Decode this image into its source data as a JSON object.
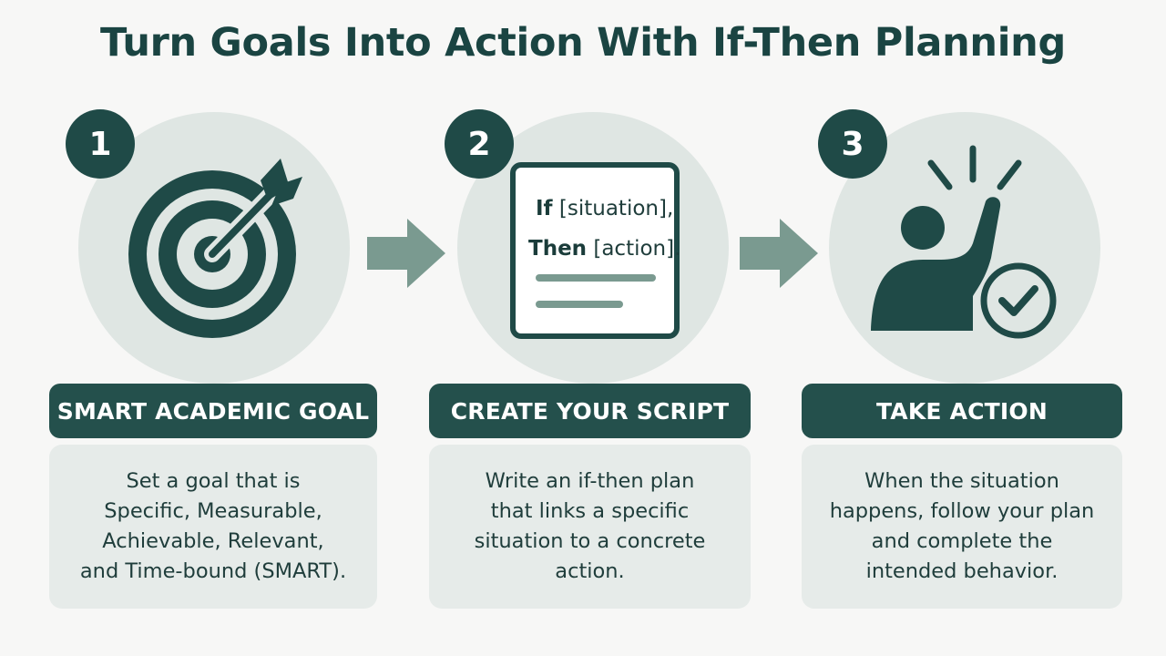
{
  "title": "Turn Goals Into Action With If-Then Planning",
  "colors": {
    "primary": "#1f4a47",
    "circle": "#dfe6e3",
    "box": "#e6ebe9",
    "arrow": "#7a9a90"
  },
  "steps": [
    {
      "number": "1",
      "icon": "target-icon",
      "header": "SMART ACADEMIC GOAL",
      "desc_lines": [
        "Set a goal that is",
        "Specific, Measurable,",
        "Achievable, Relevant,",
        "and Time-bound (SMART)."
      ]
    },
    {
      "number": "2",
      "icon": "script-card-icon",
      "card": {
        "if_keyword": "If",
        "if_text": "[situation],",
        "then_keyword": "Then",
        "then_text": "[action]."
      },
      "header": "CREATE YOUR SCRIPT",
      "desc_lines": [
        "Write an if-then plan",
        "that links a specific",
        "situation to a concrete",
        "action."
      ]
    },
    {
      "number": "3",
      "icon": "person-celebrating-check-icon",
      "header": "TAKE ACTION",
      "desc_lines": [
        "When the situation",
        "happens, follow your plan",
        "and complete the",
        "intended behavior."
      ]
    }
  ]
}
